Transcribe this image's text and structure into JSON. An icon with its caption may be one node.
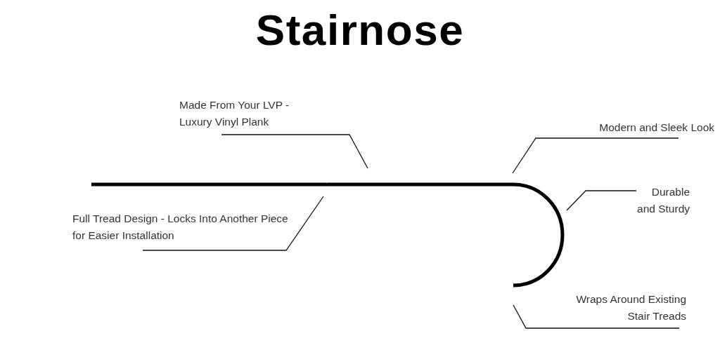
{
  "diagram": {
    "title": "Stairnose",
    "nodes": [
      {
        "text": [
          "Made From Your LVP - Luxury Vinyl Plank"
        ]
      },
      {
        "text": [
          "Full Tread Design - Locks Into Another Piece for Easier Installation"
        ]
      },
      {
        "text": [
          "Modern and Sleek Look"
        ]
      },
      {
        "text": [
          "Durable and Sturdy"
        ]
      },
      {
        "text": [
          "Wraps Around Existing Stair Treads"
        ]
      }
    ],
    "edges": [
      {
        "from": 0,
        "to": null,
        "arrow": "none"
      },
      {
        "from": 1,
        "to": null,
        "arrow": "none"
      },
      {
        "from": 2,
        "to": null,
        "arrow": "none"
      },
      {
        "from": 3,
        "to": null,
        "arrow": "none"
      },
      {
        "from": 4,
        "to": null,
        "arrow": "none"
      }
    ]
  }
}
